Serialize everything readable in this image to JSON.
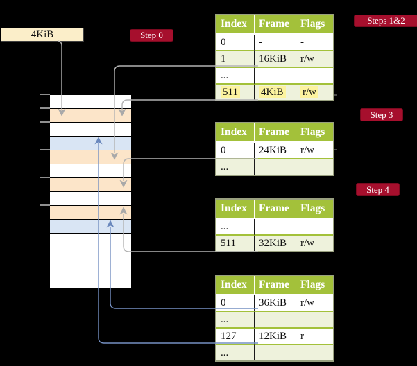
{
  "root_pointer": {
    "label": "4KiB"
  },
  "badges": {
    "step0": "Step 0",
    "steps12": "Steps 1&2",
    "step3": "Step 3",
    "step4": "Step 4"
  },
  "tables": [
    {
      "name": "steps-1-2",
      "headers": [
        "Index",
        "Frame",
        "Flags"
      ],
      "rows": [
        {
          "cells": [
            "0",
            "-",
            "-"
          ],
          "tint": false,
          "highlight": false
        },
        {
          "cells": [
            "1",
            "16KiB",
            "r/w"
          ],
          "tint": true,
          "highlight": false
        },
        {
          "cells": [
            "...",
            "",
            ""
          ],
          "tint": false,
          "highlight": false
        },
        {
          "cells": [
            "511",
            "4KiB",
            "r/w"
          ],
          "tint": true,
          "highlight": true
        }
      ]
    },
    {
      "name": "step-3",
      "headers": [
        "Index",
        "Frame",
        "Flags"
      ],
      "rows": [
        {
          "cells": [
            "0",
            "24KiB",
            "r/w"
          ],
          "tint": false,
          "highlight": false
        },
        {
          "cells": [
            "...",
            "",
            ""
          ],
          "tint": true,
          "highlight": false
        }
      ]
    },
    {
      "name": "step-4",
      "headers": [
        "Index",
        "Frame",
        "Flags"
      ],
      "rows": [
        {
          "cells": [
            "...",
            "",
            ""
          ],
          "tint": false,
          "highlight": false
        },
        {
          "cells": [
            "511",
            "32KiB",
            "r/w"
          ],
          "tint": true,
          "highlight": false
        }
      ]
    },
    {
      "name": "final-level",
      "headers": [
        "Index",
        "Frame",
        "Flags"
      ],
      "rows": [
        {
          "cells": [
            "0",
            "36KiB",
            "r/w"
          ],
          "tint": false,
          "highlight": false
        },
        {
          "cells": [
            "...",
            "",
            ""
          ],
          "tint": true,
          "highlight": false
        },
        {
          "cells": [
            "127",
            "12KiB",
            "r"
          ],
          "tint": false,
          "highlight": false
        },
        {
          "cells": [
            "...",
            "",
            ""
          ],
          "tint": true,
          "highlight": false
        }
      ]
    }
  ],
  "memory": {
    "rows": [
      "white",
      "peach",
      "white",
      "blue",
      "peach",
      "white",
      "peach",
      "white",
      "peach",
      "blue",
      "white",
      "white",
      "white",
      "white"
    ]
  },
  "colors": {
    "badge_red": "#a60f2d",
    "header_green": "#a3c13a",
    "row_tint_green": "#eef2dc",
    "highlight_yellow": "#fcf39f",
    "frame_peach": "#fce5c9",
    "frame_light_blue": "#d9e5f4",
    "gray_arrow": "#b3b3b3",
    "blue_arrow": "#7590c2",
    "pointer_box_cream": "#fbeec9"
  }
}
